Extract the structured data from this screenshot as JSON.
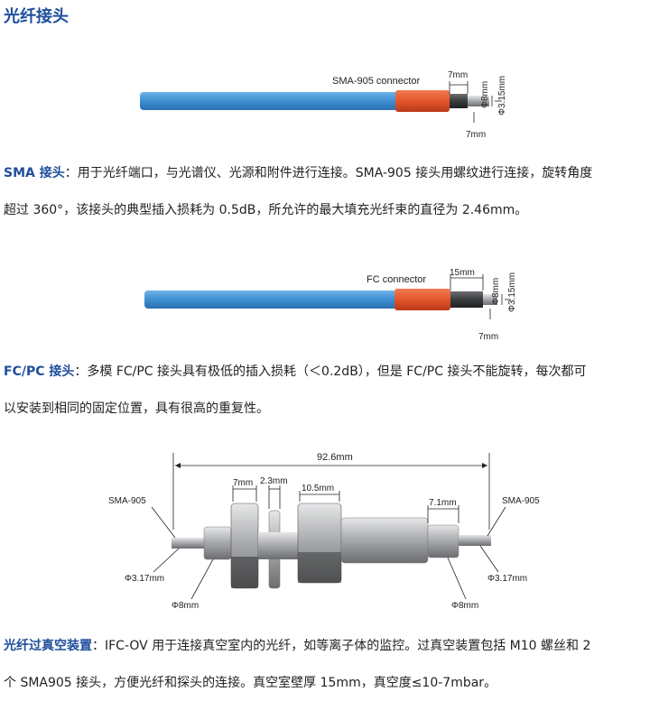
{
  "title": "光纤接头",
  "sma": {
    "label": "SMA-905 connector",
    "dim_len_top": "7mm",
    "dim_d8": "Φ8mm",
    "dim_d315": "Φ3.15mm",
    "dim_len_bottom": "7mm",
    "lead": "SMA 接头",
    "text_line1": "：用于光纤端口，与光谱仪、光源和附件进行连接。SMA-905 接头用螺纹进行连接，旋转角度",
    "text_line2": "超过 360°，该接头的典型插入损耗为 0.5dB，所允许的最大填充光纤束的直径为 2.46mm。"
  },
  "fc": {
    "label": "FC connector",
    "dim_len_top": "15mm",
    "dim_d8": "Φ8mm",
    "dim_d315": "Φ3.15mm",
    "dim_len_bottom": "7mm",
    "lead": "FC/PC 接头",
    "text_line1": "：多模 FC/PC 接头具有极低的插入损耗（＜0.2dB），但是 FC/PC 接头不能旋转，每次都可",
    "text_line2": "以安装到相同的固定位置，具有很高的重复性。"
  },
  "feedthrough": {
    "total_len": "92.6mm",
    "dim_7mm": "7mm",
    "dim_2_3mm": "2.3mm",
    "dim_10_5mm": "10.5mm",
    "dim_7_1mm": "7.1mm",
    "left_label": "SMA-905",
    "right_label": "SMA-905",
    "left_d317": "Φ3.17mm",
    "right_d317": "Φ3.17mm",
    "left_d8": "Φ8mm",
    "right_d8": "Φ8mm",
    "lead": "光纤过真空装置",
    "text_line1": "：IFC-OV 用于连接真空室内的光纤，如等离子体的监控。过真空装置包括 M10 螺丝和 2",
    "text_line2": "个 SMA905 接头，方便光纤和探头的连接。真空室壁厚 15mm，真空度≤10-7mbar。"
  },
  "colors": {
    "accent": "#1f4e9c",
    "cable": "#3d8fd1",
    "connector": "#e4552c",
    "metal": "#9ea0a3"
  }
}
